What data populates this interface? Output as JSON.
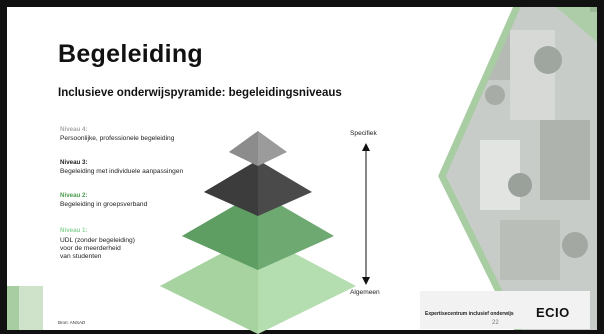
{
  "slide": {
    "title": "Begeleiding",
    "subtitle": "Inclusieve onderwijspyramide: begeleidingsniveaus",
    "levels": [
      {
        "heading": "Niveau 4:",
        "text": "Persoonlijke, professionele begeleiding",
        "color": "#a8a8a8"
      },
      {
        "heading": "Niveau 3:",
        "text": "Begeleiding met individuele aanpassingen",
        "color": "#222222"
      },
      {
        "heading": "Niveau 2:",
        "text": "Begeleiding in groepsverband",
        "color": "#4c9a4e"
      },
      {
        "heading": "Niveau 1:",
        "text_lines": [
          "UDL (zonder begeleiding)",
          "voor de meerderheid",
          "van studenten"
        ],
        "color": "#8fd39a"
      }
    ],
    "axis": {
      "top": "Specifiek",
      "bottom": "Algemeen"
    },
    "source": "Bron: ANSAD",
    "page_number": "22",
    "footer_text": "Expertisecentrum inclusief onderwijs",
    "logo": "ECIO"
  },
  "colors": {
    "pyramid_top": "#8c8c8c",
    "pyramid_mid_dark": "#3c3c3c",
    "pyramid_green_dark": "#5e9e63",
    "pyramid_green_light": "#a6d3a0",
    "accent_green": "#a9cda3"
  }
}
